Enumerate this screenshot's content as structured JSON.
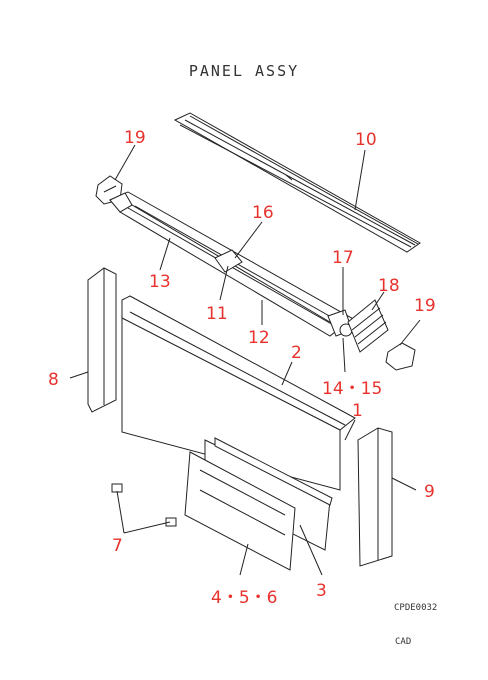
{
  "diagram": {
    "title": "PANEL ASSY",
    "drawing_code": "CPDE0032",
    "source_tag": "CAD",
    "label_color": "#e8322d",
    "callouts": [
      {
        "id": "19a",
        "text": "19"
      },
      {
        "id": "10",
        "text": "10"
      },
      {
        "id": "16",
        "text": "16"
      },
      {
        "id": "13",
        "text": "13"
      },
      {
        "id": "17",
        "text": "17"
      },
      {
        "id": "18",
        "text": "18"
      },
      {
        "id": "19b",
        "text": "19"
      },
      {
        "id": "11",
        "text": "11"
      },
      {
        "id": "12",
        "text": "12"
      },
      {
        "id": "2",
        "text": "2"
      },
      {
        "id": "8",
        "text": "8"
      },
      {
        "id": "14-15",
        "text": "14・15"
      },
      {
        "id": "1",
        "text": "1"
      },
      {
        "id": "9",
        "text": "9"
      },
      {
        "id": "7",
        "text": "7"
      },
      {
        "id": "4-5-6",
        "text": "4・5・6"
      },
      {
        "id": "3",
        "text": "3"
      }
    ]
  }
}
